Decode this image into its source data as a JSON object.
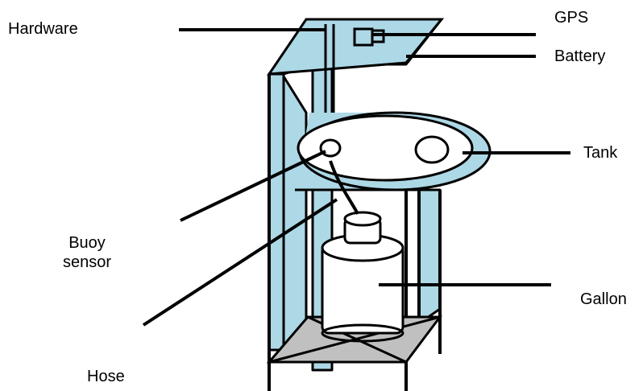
{
  "labels": {
    "hardware": "Hardware",
    "gps": "GPS",
    "battery": "Battery",
    "tank": "Tank",
    "buoy_line1": "Buoy",
    "buoy_line2": "sensor",
    "gallon": "Gallon",
    "hose": "Hose"
  },
  "colors": {
    "panel": "#add8e6",
    "stroke": "#000000",
    "floor": "#c0c0c0",
    "background": "#ffffff"
  }
}
